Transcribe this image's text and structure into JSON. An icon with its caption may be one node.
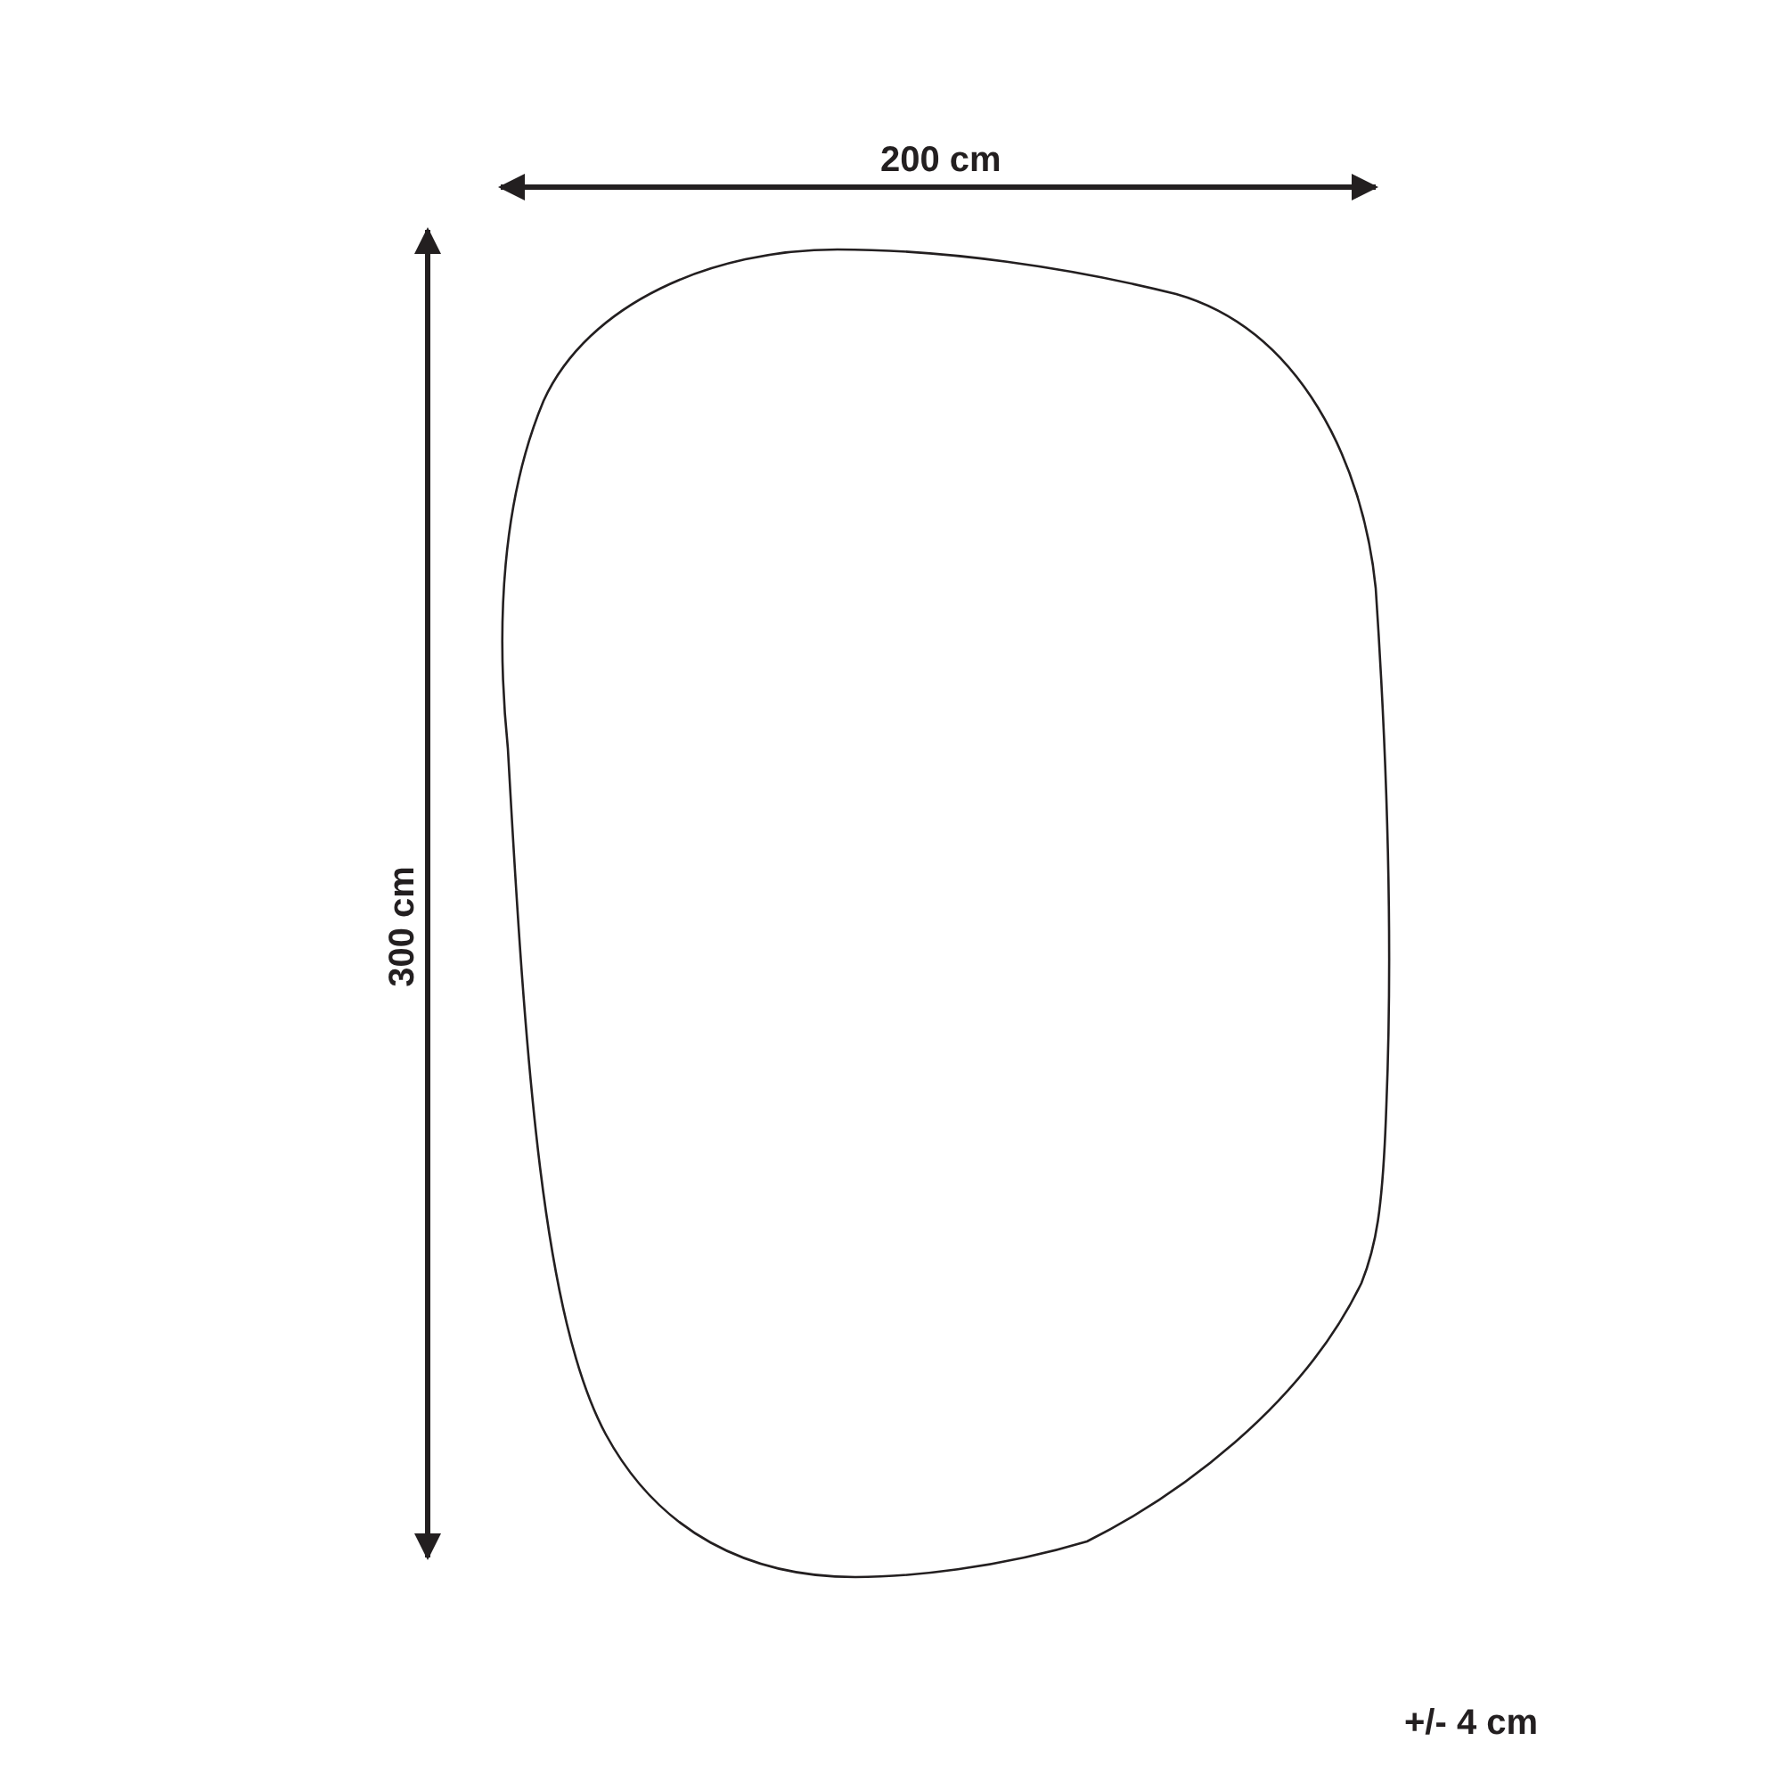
{
  "diagram": {
    "labels": [
      "200 cm",
      "300 cm",
      "+/- 4 cm"
    ]
  }
}
